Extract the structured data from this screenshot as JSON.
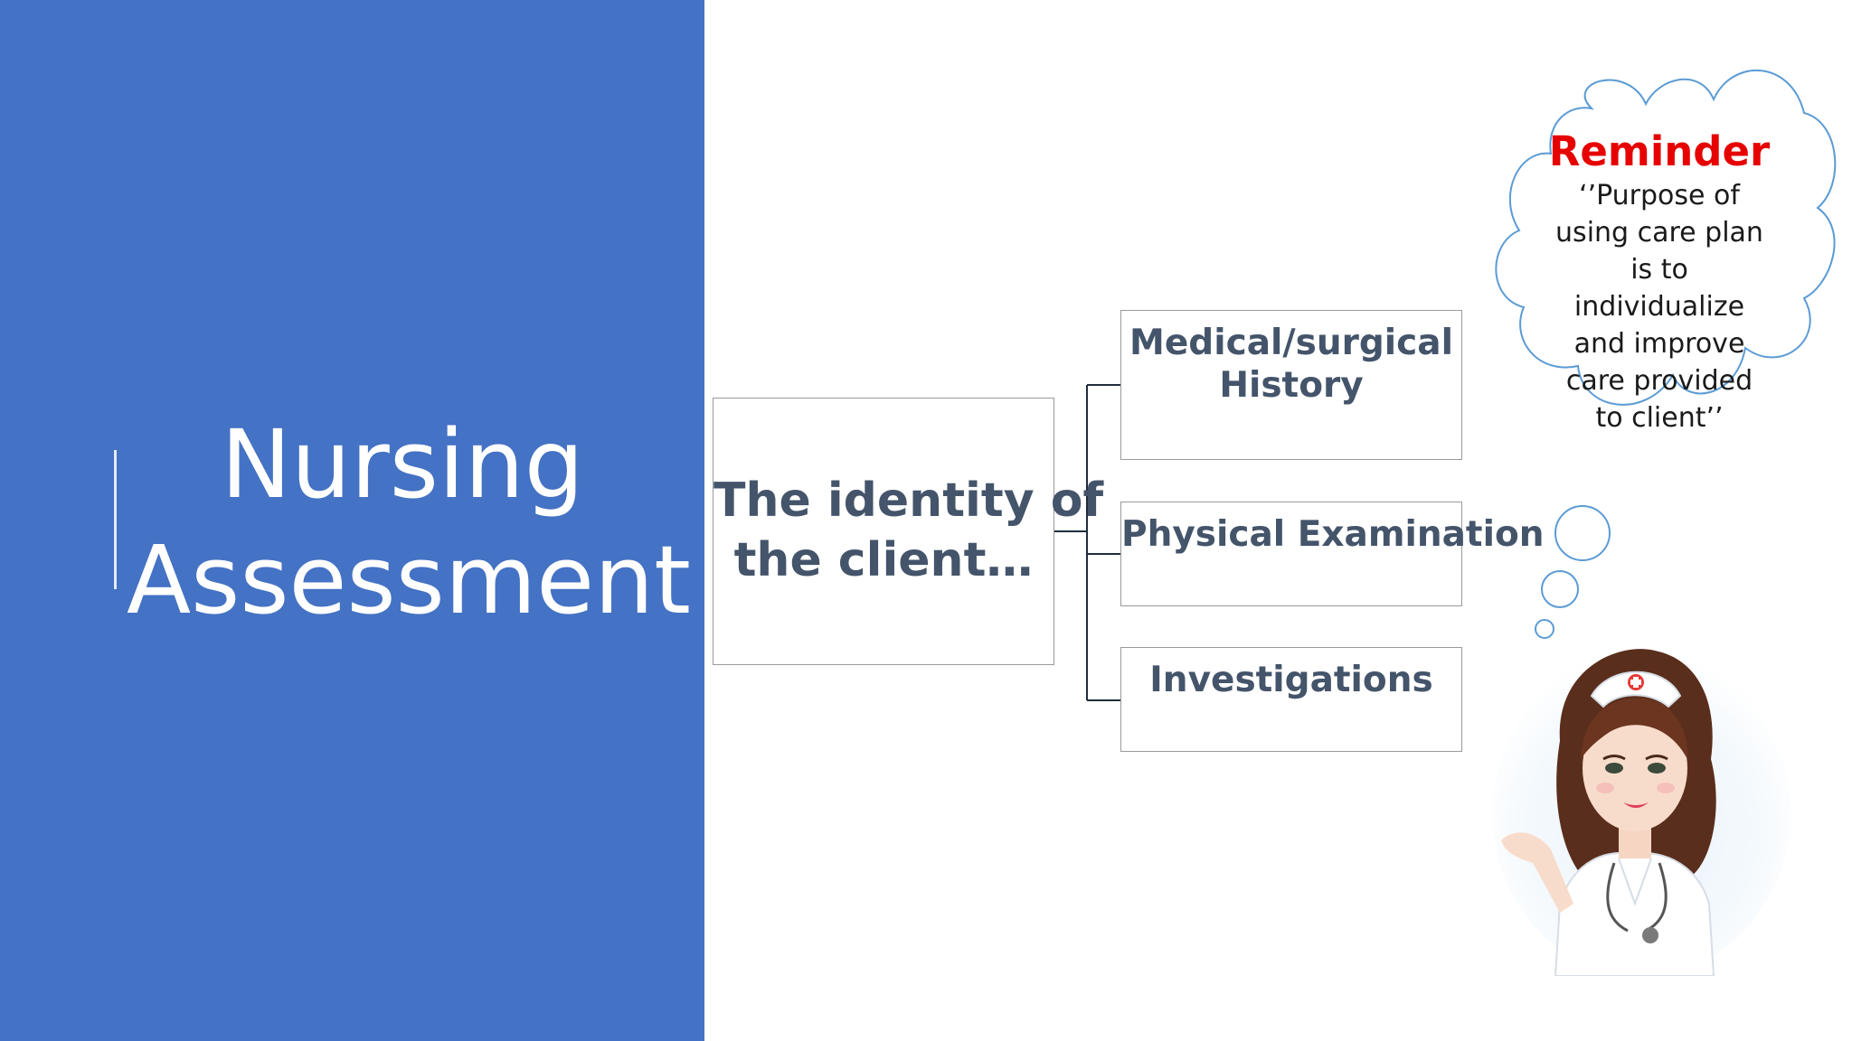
{
  "slide": {
    "title_lines": [
      "Nursing",
      "Assessment"
    ]
  },
  "diagram": {
    "root": {
      "lines": [
        "The identity of",
        "the client…"
      ]
    },
    "children": [
      {
        "lines": [
          "Medical/surgical",
          "History"
        ]
      },
      {
        "label": "Physical Examination"
      },
      {
        "label": "Investigations"
      }
    ]
  },
  "reminder": {
    "heading": "Reminder",
    "body_lines": [
      "‘’Purpose of",
      "using care plan",
      "is  to",
      "individualize",
      "and improve",
      "care provided",
      "to client’’"
    ]
  },
  "colors": {
    "panel": "#4472c4",
    "box_text": "#44546a",
    "reminder_heading": "#e60000",
    "bubble_outline": "#5b9bd5"
  },
  "icons": {
    "thought_bubble": "thought-bubble-icon",
    "nurse": "nurse-illustration"
  }
}
